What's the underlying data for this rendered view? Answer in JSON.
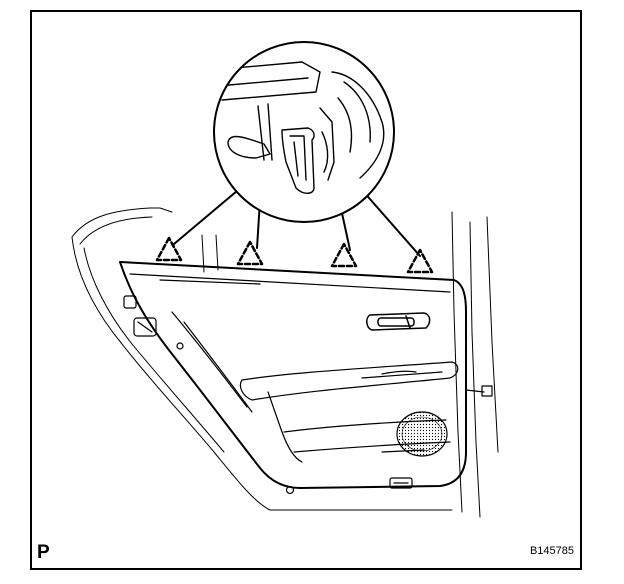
{
  "figure": {
    "corner_label": "P",
    "figure_code": "B145785",
    "subject": "rear-door-trim-panel-clip-locations",
    "clip_marker_count": 4,
    "icons": [
      "clip-detail-magnifier",
      "clip-location-triangle"
    ]
  }
}
